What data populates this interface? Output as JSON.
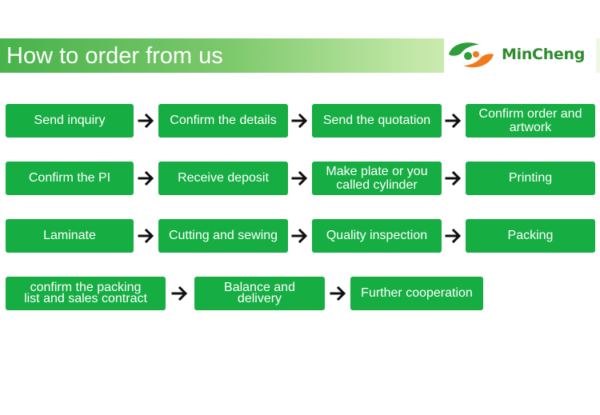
{
  "header": {
    "title": "How to order from us",
    "brand_name": "MinCheng",
    "brand_colors": {
      "green": "#2e8b2e",
      "orange": "#f07a1e",
      "banner": "#47b34a"
    }
  },
  "step_color": "#16ad43",
  "steps": [
    "Send inquiry",
    "Confirm the details",
    "Send the quotation",
    "Confirm order and artwork",
    "Confirm the PI",
    "Receive deposit",
    "Make plate or you called cylinder",
    "Printing",
    "Laminate",
    "Cutting and sewing",
    "Quality inspection",
    "Packing",
    "confirm the packing list and sales contract",
    "Balance and delivery",
    "Further cooperation"
  ],
  "step_lines": [
    [
      "Send inquiry"
    ],
    [
      "Confirm the details"
    ],
    [
      "Send the quotation"
    ],
    [
      "Confirm order and",
      "artwork"
    ],
    [
      "Confirm the PI"
    ],
    [
      "Receive deposit"
    ],
    [
      "Make plate or you",
      "called cylinder"
    ],
    [
      "Printing"
    ],
    [
      "Laminate"
    ],
    [
      "Cutting and sewing"
    ],
    [
      "Quality inspection"
    ],
    [
      "Packing"
    ],
    [
      "confirm the packing",
      "list and sales contract"
    ],
    [
      "Balance and",
      "delivery"
    ],
    [
      "Further cooperation"
    ]
  ],
  "arrow_icon": "right-arrow-icon"
}
